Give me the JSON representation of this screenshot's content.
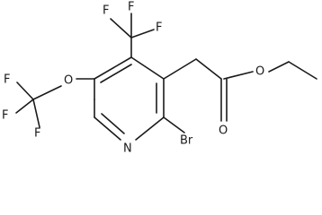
{
  "atoms": {
    "f_top_left": "F",
    "f_top_center": "F",
    "f_top_right": "F",
    "o_ether": "O",
    "f_left_top": "F",
    "f_left_middle": "F",
    "f_left_bottom": "F",
    "o_ester": "O",
    "o_carbonyl": "O",
    "n_ring": "N",
    "br": "Br"
  }
}
